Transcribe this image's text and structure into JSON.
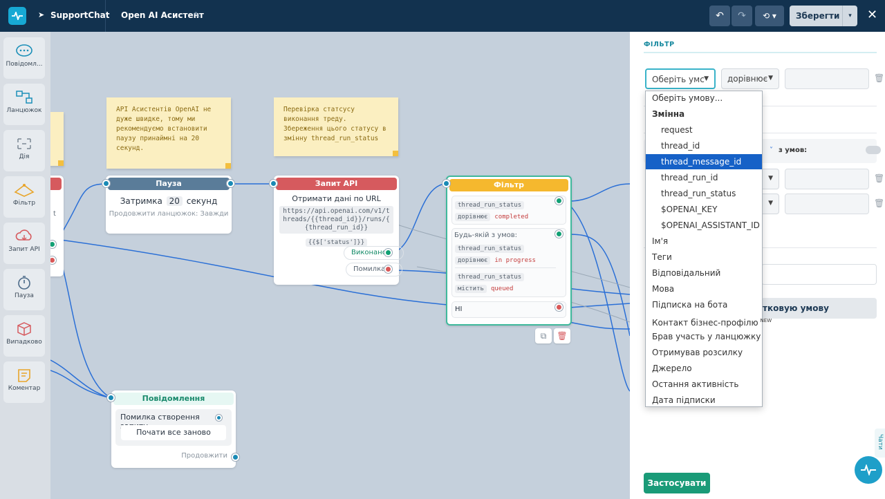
{
  "topbar": {
    "bot_name": "SupportChat",
    "flow_name": "Open AI Асистент",
    "save_label": "Зберегти"
  },
  "sidebar": {
    "items": [
      {
        "label": "Повідомл...",
        "icon": "chat-bubble-icon"
      },
      {
        "label": "Ланцюжок",
        "icon": "chain-icon"
      },
      {
        "label": "Дія",
        "icon": "action-icon"
      },
      {
        "label": "Фільтр",
        "icon": "filter-icon"
      },
      {
        "label": "Запит API",
        "icon": "cloud-api-icon"
      },
      {
        "label": "Пауза",
        "icon": "stopwatch-icon"
      },
      {
        "label": "Випадково",
        "icon": "cube-icon"
      },
      {
        "label": "Коментар",
        "icon": "note-icon"
      }
    ]
  },
  "canvas": {
    "note1": [
      "API Асистентів OpenAI не",
      "дуже швидке, тому ми",
      "рекомендуємо встановити",
      "паузу принаймні на 20",
      "секунд."
    ],
    "note2": [
      "Перевірка статсусу",
      "виконання треду.",
      "Збереження цього статусу в",
      "змінну thread_run_status"
    ],
    "pause": {
      "title": "Пауза",
      "delay_label": "Затримка",
      "delay_value": "20",
      "delay_unit": "секунд",
      "continue": "Продовжити ланцюжок: Завжди"
    },
    "api": {
      "title": "Запит API",
      "action": "Отримати дані по URL",
      "url": [
        "https://api.openai.com/v1/t",
        "hreads/{{thread_id}}/runs/{",
        "{thread_run_id}}"
      ],
      "mapping": "{{$['status']}}",
      "ok_label": "Виконано",
      "err_label": "Помилка"
    },
    "filter": {
      "title": "Фільтр",
      "cond1": {
        "var": "thread_run_status",
        "op": "дорівнює",
        "val": "completed"
      },
      "any_label": "Будь-якій з умов:",
      "cond2": {
        "var": "thread_run_status",
        "op": "дорівнює",
        "val": "in progress"
      },
      "cond3": {
        "var": "thread_run_status",
        "op": "містить",
        "val": "queued"
      },
      "no_label": "НІ"
    },
    "message": {
      "title": "Повідомлення",
      "text": "Помилка створення запиту.",
      "button": "Почати все заново",
      "continue": "Продовжити"
    },
    "left_partial": "t"
  },
  "panel": {
    "title": "ФІЛЬТР",
    "condition_select": "Оберіть умс",
    "operator_select": "дорівнює",
    "any_suffix": "з умов:",
    "add_condition": "тковую умову",
    "apply_label": "Застосувати",
    "chat_tab": "Чати"
  },
  "dropdown": {
    "items": [
      {
        "label": "Оберіть умову...",
        "kind": "item"
      },
      {
        "label": "Змінна",
        "kind": "group"
      },
      {
        "label": "request",
        "kind": "sub"
      },
      {
        "label": "thread_id",
        "kind": "sub"
      },
      {
        "label": "thread_message_id",
        "kind": "sub",
        "selected": true
      },
      {
        "label": "thread_run_id",
        "kind": "sub"
      },
      {
        "label": "thread_run_status",
        "kind": "sub"
      },
      {
        "label": "$OPENAI_KEY",
        "kind": "sub"
      },
      {
        "label": "$OPENAI_ASSISTANT_ID",
        "kind": "sub"
      },
      {
        "label": "Ім'я",
        "kind": "item"
      },
      {
        "label": "Теги",
        "kind": "item"
      },
      {
        "label": "Відповідальний",
        "kind": "item"
      },
      {
        "label": "Мова",
        "kind": "item"
      },
      {
        "label": "Підписка на бота",
        "kind": "item"
      },
      {
        "label": "Контакт бізнес-профілю",
        "kind": "item",
        "badge": "NEW"
      },
      {
        "label": "Брав участь у ланцюжку",
        "kind": "item"
      },
      {
        "label": "Отримував розсилку",
        "kind": "item"
      },
      {
        "label": "Джерело",
        "kind": "item"
      },
      {
        "label": "Остання активність",
        "kind": "item"
      },
      {
        "label": "Дата підписки",
        "kind": "item"
      }
    ]
  },
  "colors": {
    "topbar": "#12324f",
    "pause_head": "#5a7c99",
    "api_head": "#d65a5e",
    "filter_head": "#f5b82e",
    "message_head": "#e6f7f3",
    "link": "#2a6fd6",
    "apply": "#1a9b78"
  }
}
